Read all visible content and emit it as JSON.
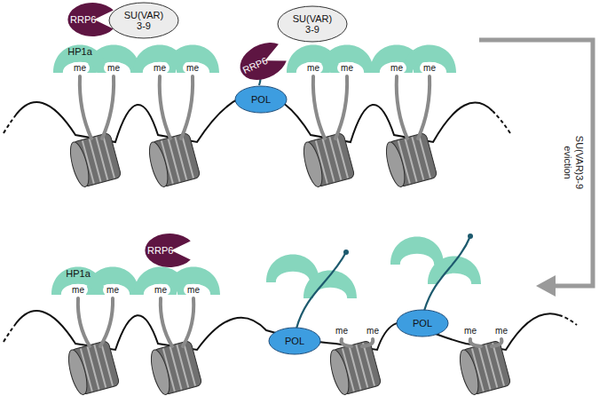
{
  "diagram": {
    "nodes": [
      {
        "text": [
          "RRP6"
        ]
      },
      {
        "text": [
          "SU(VAR) 3-9"
        ]
      },
      {
        "text": [
          "HP1a"
        ]
      },
      {
        "text": [
          "RRP6"
        ]
      },
      {
        "text": [
          "SU(VAR) 3-9"
        ]
      },
      {
        "text": [
          "POL"
        ]
      },
      {
        "text": [
          "RRP6"
        ]
      },
      {
        "text": [
          "HP1a"
        ]
      },
      {
        "text": [
          "POL"
        ]
      },
      {
        "text": [
          "POL"
        ]
      }
    ],
    "labels": [
      "me",
      "me",
      "me",
      "me",
      "me",
      "me",
      "me",
      "me",
      "me",
      "me",
      "me",
      "me",
      "me",
      "me",
      "me",
      "me",
      "SU(VAR)3-9 eviction"
    ]
  }
}
